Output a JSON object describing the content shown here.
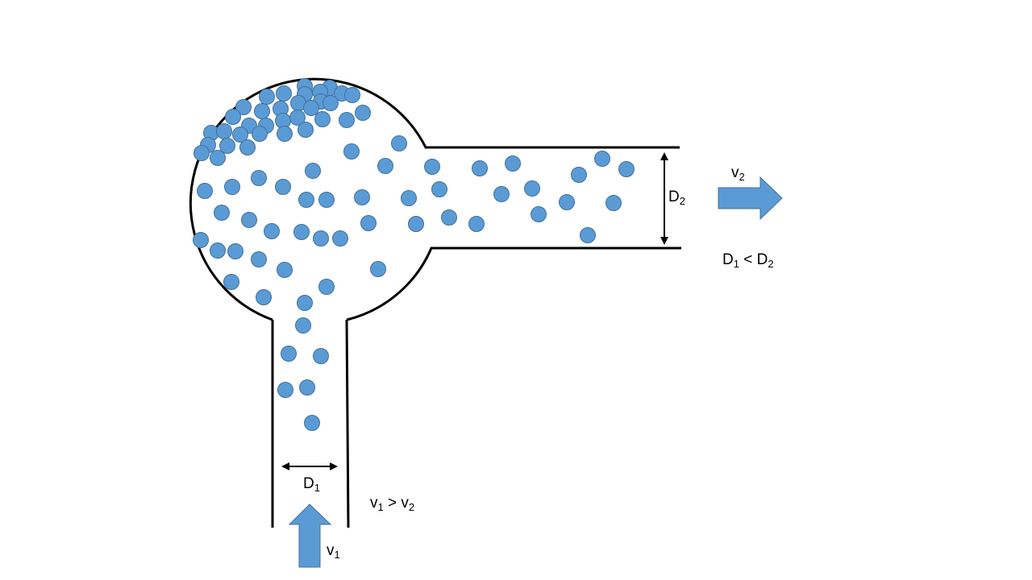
{
  "labels": {
    "v2": {
      "base": "v",
      "sub": "2"
    },
    "d2": {
      "base": "D",
      "sub": "2"
    },
    "d1": {
      "base": "D",
      "sub": "1"
    },
    "diameter_relation": {
      "left": "D",
      "left_sub": "1",
      "op": " < ",
      "right": "D",
      "right_sub": "2"
    },
    "velocity_relation": {
      "left": "v",
      "left_sub": "1",
      "op": " > ",
      "right": "v",
      "right_sub": "2"
    },
    "v1": {
      "base": "v",
      "sub": "1"
    }
  },
  "colors": {
    "particle_fill": "#5B9BD5",
    "particle_stroke": "#41719C",
    "arrow_fill": "#5B9BD5",
    "wall": "#000000"
  }
}
